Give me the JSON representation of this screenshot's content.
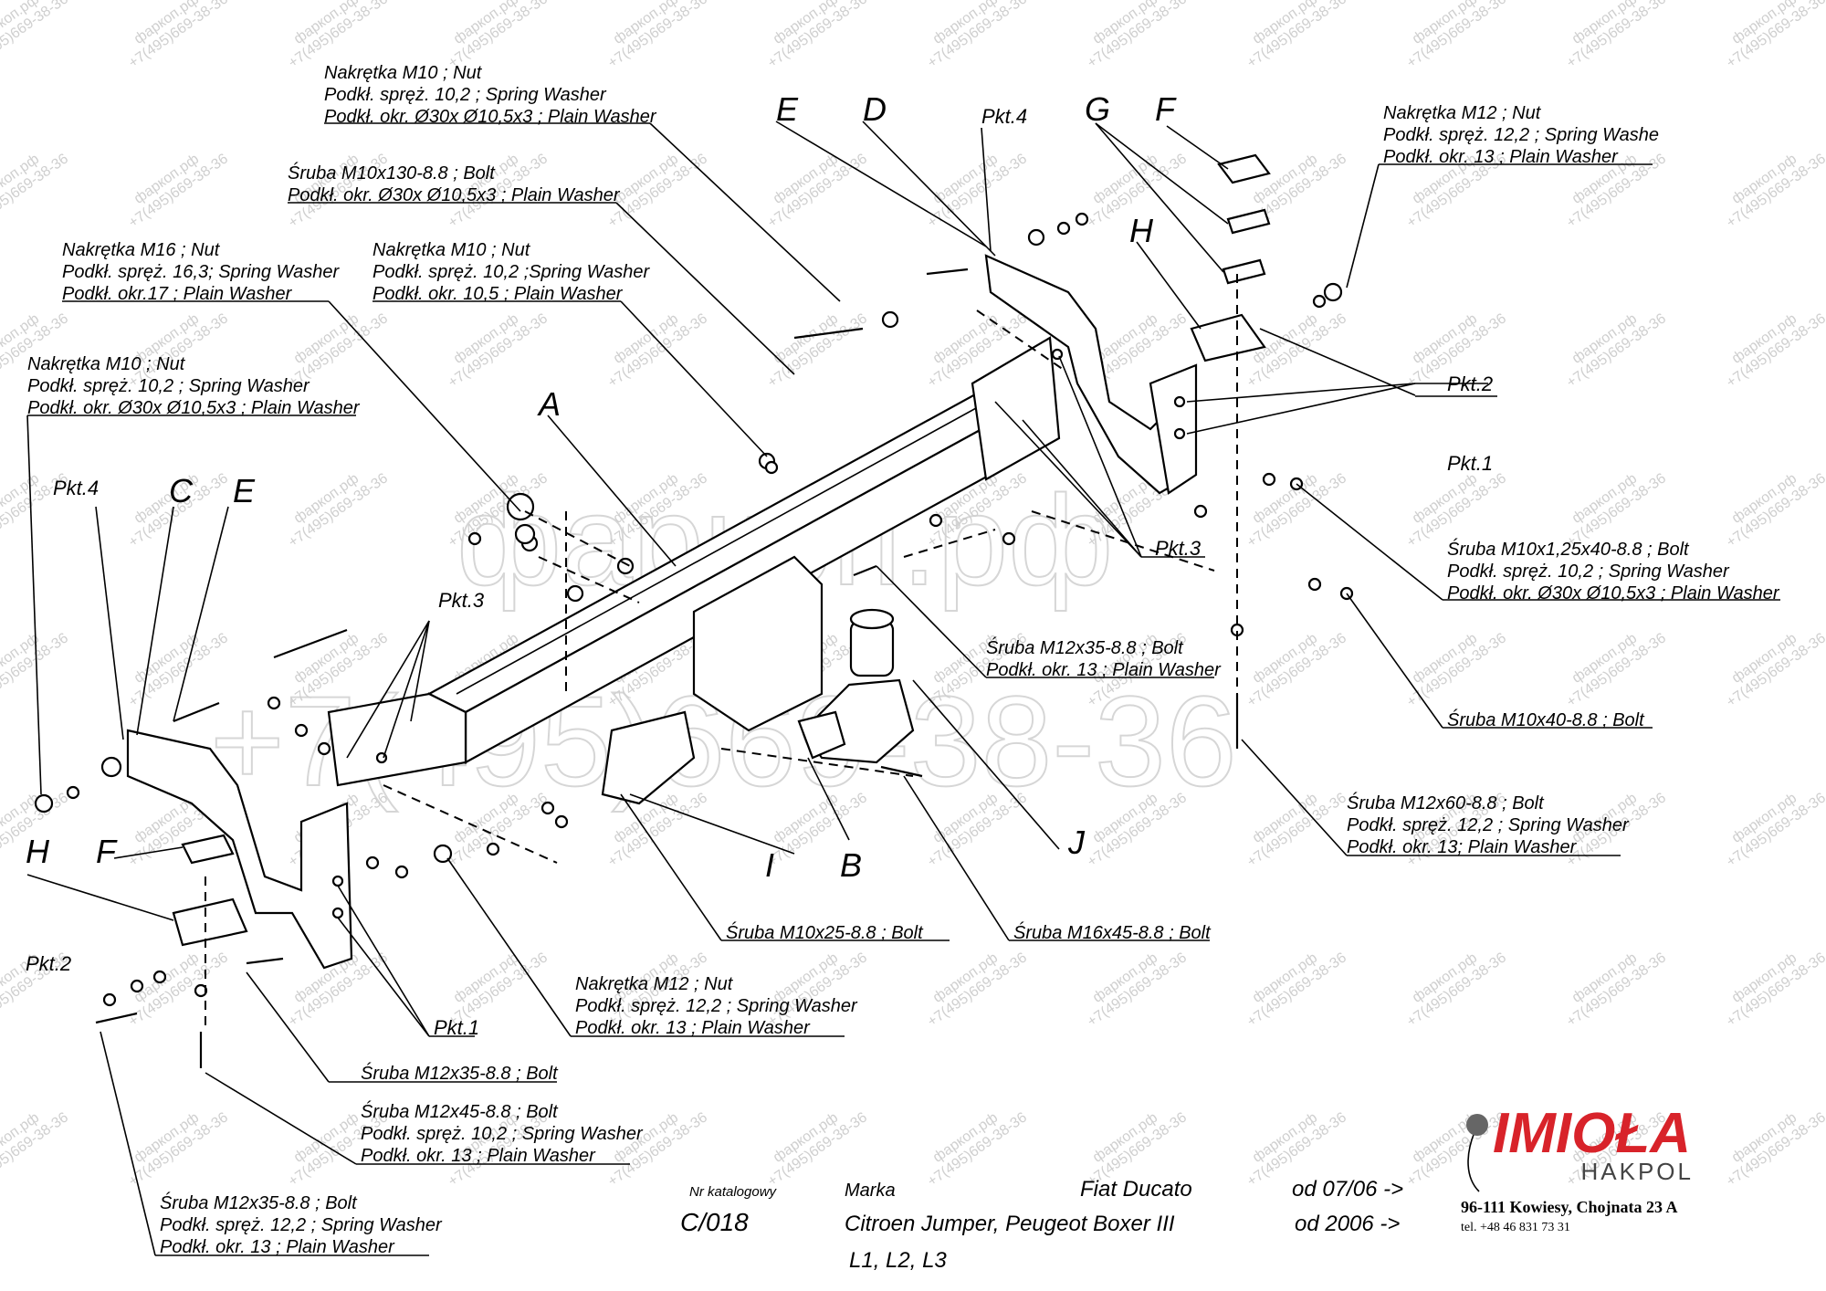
{
  "labels": [
    {
      "id": "t1",
      "lines": [
        "Nakrętka  M10 ; Nut",
        "Podkł. spręż. 10,2 ; Spring Washer",
        "Podkł. okr.  Ø30x Ø10,5x3 ; Plain Washer"
      ]
    },
    {
      "id": "t2",
      "lines": [
        "Śruba M10x130-8.8 ;  Bolt",
        "Podkł. okr.  Ø30x Ø10,5x3 ; Plain Washer"
      ]
    },
    {
      "id": "t3",
      "lines": [
        "Nakrętka  M16 ; Nut",
        "Podkł. spręż. 16,3; Spring Washer",
        "Podkł. okr.17 ; Plain Washer"
      ]
    },
    {
      "id": "t4",
      "lines": [
        "Nakrętka  M10 ; Nut",
        "Podkł. spręż. 10,2 ;Spring Washer",
        "Podkł. okr. 10,5 ; Plain Washer"
      ]
    },
    {
      "id": "t5",
      "lines": [
        "Nakrętka  M10 ; Nut",
        "Podkł. spręż. 10,2 ; Spring Washer",
        "Podkł. okr.  Ø30x Ø10,5x3 ; Plain Washer"
      ]
    },
    {
      "id": "t6",
      "lines": [
        "Nakrętka  M12 ; Nut",
        "Podkł. spręż. 12,2 ; Spring Washe",
        "Podkł. okr. 13 ; Plain Washer"
      ]
    },
    {
      "id": "t7",
      "lines": [
        "Śruba M10x1,25x40-8.8 ;  Bolt",
        "Podkł. spręż. 10,2 ; Spring Washer",
        "Podkł. okr.  Ø30x Ø10,5x3 ; Plain Washer"
      ]
    },
    {
      "id": "t8",
      "lines": [
        "Śruba M12x35-8.8 ;  Bolt",
        "Podkł. okr. 13 ; Plain Washer"
      ]
    },
    {
      "id": "t9",
      "lines": [
        "Śruba M10x40-8.8 ;  Bolt"
      ]
    },
    {
      "id": "t10",
      "lines": [
        "Śruba M12x60-8.8 ;  Bolt",
        "Podkł. spręż. 12,2 ; Spring Washer",
        "Podkł. okr. 13; Plain Washer"
      ]
    },
    {
      "id": "t11",
      "lines": [
        "Śruba M10x25-8.8 ;  Bolt"
      ]
    },
    {
      "id": "t12",
      "lines": [
        "Śruba M16x45-8.8 ;  Bolt"
      ]
    },
    {
      "id": "t13",
      "lines": [
        "Nakrętka  M12 ; Nut",
        "Podkł. spręż. 12,2 ; Spring Washer",
        "Podkł. okr. 13 ; Plain Washer"
      ]
    },
    {
      "id": "t14",
      "lines": [
        "Śruba M12x35-8.8 ;  Bolt"
      ]
    },
    {
      "id": "t15",
      "lines": [
        "Śruba M12x45-8.8 ;  Bolt",
        "Podkł. spręż. 10,2 ; Spring Washer",
        "Podkł. okr. 13 ; Plain Washer"
      ]
    },
    {
      "id": "t16",
      "lines": [
        "Śruba M12x35-8.8 ;  Bolt",
        "Podkł. spręż. 12,2 ; Spring Washer",
        "Podkł. okr. 13 ; Plain Washer"
      ]
    }
  ],
  "letters": [
    "E",
    "D",
    "G",
    "F",
    "H",
    "A",
    "C",
    "E",
    "H",
    "F",
    "I",
    "B",
    "J"
  ],
  "pkt": [
    "Pkt.4",
    "Pkt.2",
    "Pkt.1",
    "Pkt.3",
    "Pkt.4",
    "Pkt.3",
    "Pkt.2",
    "Pkt.1"
  ],
  "footer": {
    "catalog_label": "Nr katalogowy",
    "catalog_no": "C/018",
    "make_label": "Marka",
    "model1": "Fiat Ducato",
    "model2": "Citroen Jumper, Peugeot Boxer III",
    "variants": "L1, L2, L3",
    "date1": "od 07/06 ->",
    "date2": "od 2006 ->"
  },
  "brand": {
    "name": "IMIOŁA",
    "sub": "HAKPOL",
    "address": "96-111 Kowiesy, Chojnata 23 A",
    "tel": "tel. +48 46 831 73 31",
    "color": "#d8232a"
  },
  "watermark": {
    "site": "фаркоп.рф",
    "phone": "+7(495)669-38-36",
    "big1": "фаркоп.рф",
    "big2": "+7(495)669-38-36"
  }
}
